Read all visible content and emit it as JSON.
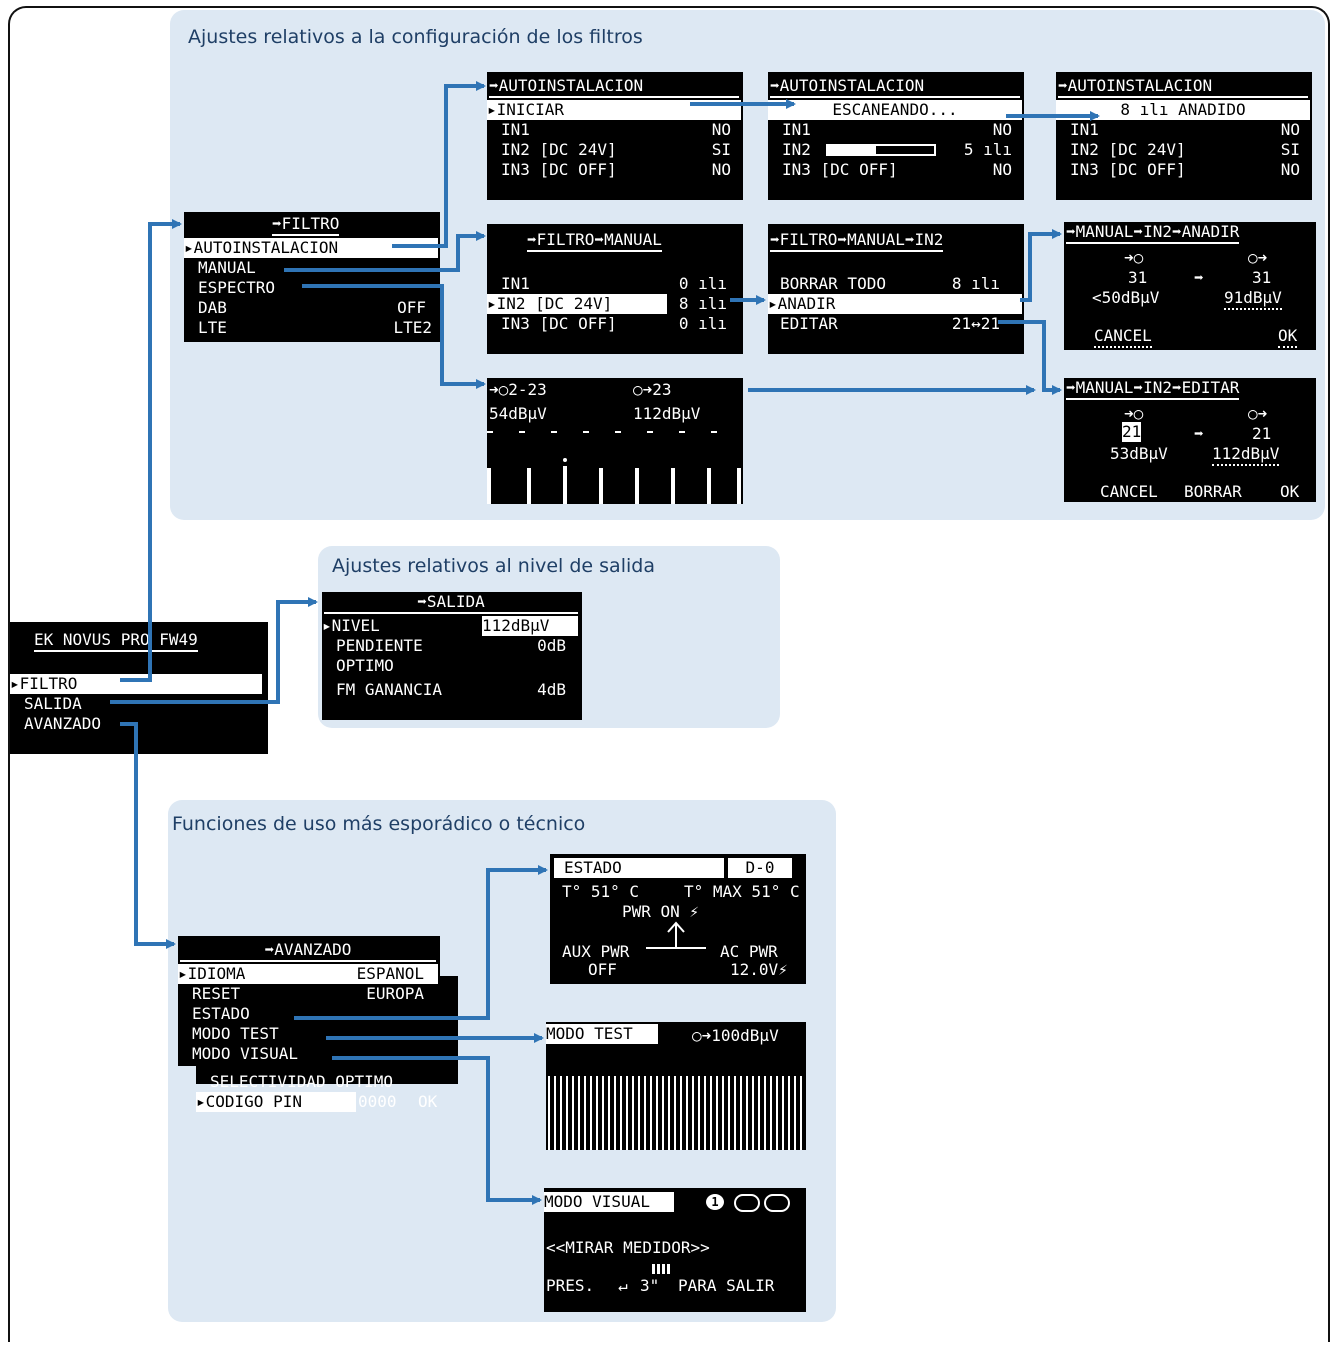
{
  "colors": {
    "panel": "#dde8f3",
    "panel_title": "#1f3f66",
    "arrow": "#2f74b5",
    "lcd_bg": "#000000",
    "lcd_fg": "#ffffff"
  },
  "panels": {
    "filters_title": "Ajustes relativos a la configuración de los filtros",
    "output_title": "Ajustes relativos al nivel de salida",
    "advanced_title": "Funciones de uso más esporádico o técnico"
  },
  "main": {
    "title": "EK NOVUS PRO FW49",
    "filtro": "▸FILTRO",
    "salida": "SALIDA",
    "avanzado": "AVANZADO"
  },
  "filtro": {
    "title": "➡FILTRO",
    "autoinst": "▸AUTOINSTALACION",
    "manual": "MANUAL",
    "espectro": "ESPECTRO",
    "dab": "DAB",
    "dab_val": "OFF",
    "lte": "LTE",
    "lte_val": "LTE2"
  },
  "auto1": {
    "title": "➡AUTOINSTALACION",
    "iniciar": "▸INICIAR",
    "in1": "IN1",
    "in1_val": "NO",
    "in2": "IN2 [DC 24V]",
    "in2_val": "SI",
    "in3": "IN3 [DC OFF]",
    "in3_val": "NO"
  },
  "auto2": {
    "title": "➡AUTOINSTALACION",
    "scan": "ESCANEANDO...",
    "in1": "IN1",
    "in1_val": "NO",
    "in2": "IN2",
    "in2_val": "5 ılı",
    "in3": "IN3 [DC OFF]",
    "in3_val": "NO",
    "progress": 0.45
  },
  "auto3": {
    "title": "➡AUTOINSTALACION",
    "added": "8 ılı ANADIDO",
    "in1": "IN1",
    "in1_val": "NO",
    "in2": "IN2 [DC 24V]",
    "in2_val": "SI",
    "in3": "IN3 [DC OFF]",
    "in3_val": "NO"
  },
  "manual": {
    "title": "➡FILTRO➡MANUAL",
    "in1": "IN1",
    "in1_val": "0 ılı",
    "in2": "▸IN2 [DC 24V]",
    "in2_val": "8 ılı",
    "in3": "IN3 [DC OFF]",
    "in3_val": "0 ılı"
  },
  "in2": {
    "title": "➡FILTRO➡MANUAL➡IN2",
    "borrar": "BORRAR TODO",
    "borrar_val": "8 ılı",
    "anadir": "▸ANADIR",
    "editar": "EDITAR",
    "editar_val": "21↔21"
  },
  "anadir": {
    "title": "➡MANUAL➡IN2➡ANADIR",
    "in_icon": "➜○",
    "out_icon": "○➜",
    "from": "31",
    "arrow": "➡",
    "to": "31",
    "level_from": "<50dBμV",
    "level_to": "91dBμV",
    "cancel": "CANCEL",
    "ok": "OK"
  },
  "editar": {
    "title": "➡MANUAL➡IN2➡EDITAR",
    "in_icon": "➜○",
    "out_icon": "○➜",
    "from": "21",
    "arrow": "➡",
    "to": "21",
    "level_from": "53dBμV",
    "level_to": "112dBμV",
    "cancel": "CANCEL",
    "borrar": "BORRAR",
    "ok": "OK"
  },
  "espectro": {
    "range": "➜○2-23",
    "ch": "○➜23",
    "level_in": "54dBμV",
    "level_out": "112dBμV"
  },
  "salida": {
    "title": "➡SALIDA",
    "nivel": "▸NIVEL",
    "nivel_val": "112dBμV",
    "pendiente": "PENDIENTE",
    "pendiente_val": "0dB",
    "optimo": "OPTIMO",
    "fm": "FM GANANCIA",
    "fm_val": "4dB"
  },
  "avanzado": {
    "title": "➡AVANZADO",
    "idioma": "▸IDIOMA",
    "idioma_val": "ESPANOL",
    "reset": "RESET",
    "reset_val": "EUROPA",
    "estado": "ESTADO",
    "modo_test": "MODO TEST",
    "modo_visual": "MODO VISUAL",
    "selectividad": "SELECTIVIDAD OPTIMO",
    "codigo": "▸CODIGO PIN",
    "codigo_val": "0000",
    "codigo_ok": "OK"
  },
  "estado": {
    "title": "ESTADO",
    "code": "D-0",
    "temp": "T° 51° C",
    "tmax": "T° MAX 51° C",
    "pwr": "PWR ON ⚡",
    "aux": "AUX PWR",
    "aux_val": "OFF",
    "ac": "AC PWR",
    "ac_val": "12.0V⚡"
  },
  "modo_test": {
    "title": "MODO TEST",
    "level": "○➜100dBμV"
  },
  "modo_visual": {
    "title": "MODO VISUAL",
    "page": "1",
    "msg": "<<MIRAR MEDIDOR>>",
    "pres": "PRES.",
    "arrow": "↵",
    "time": "3\"",
    "salir": "PARA SALIR"
  }
}
